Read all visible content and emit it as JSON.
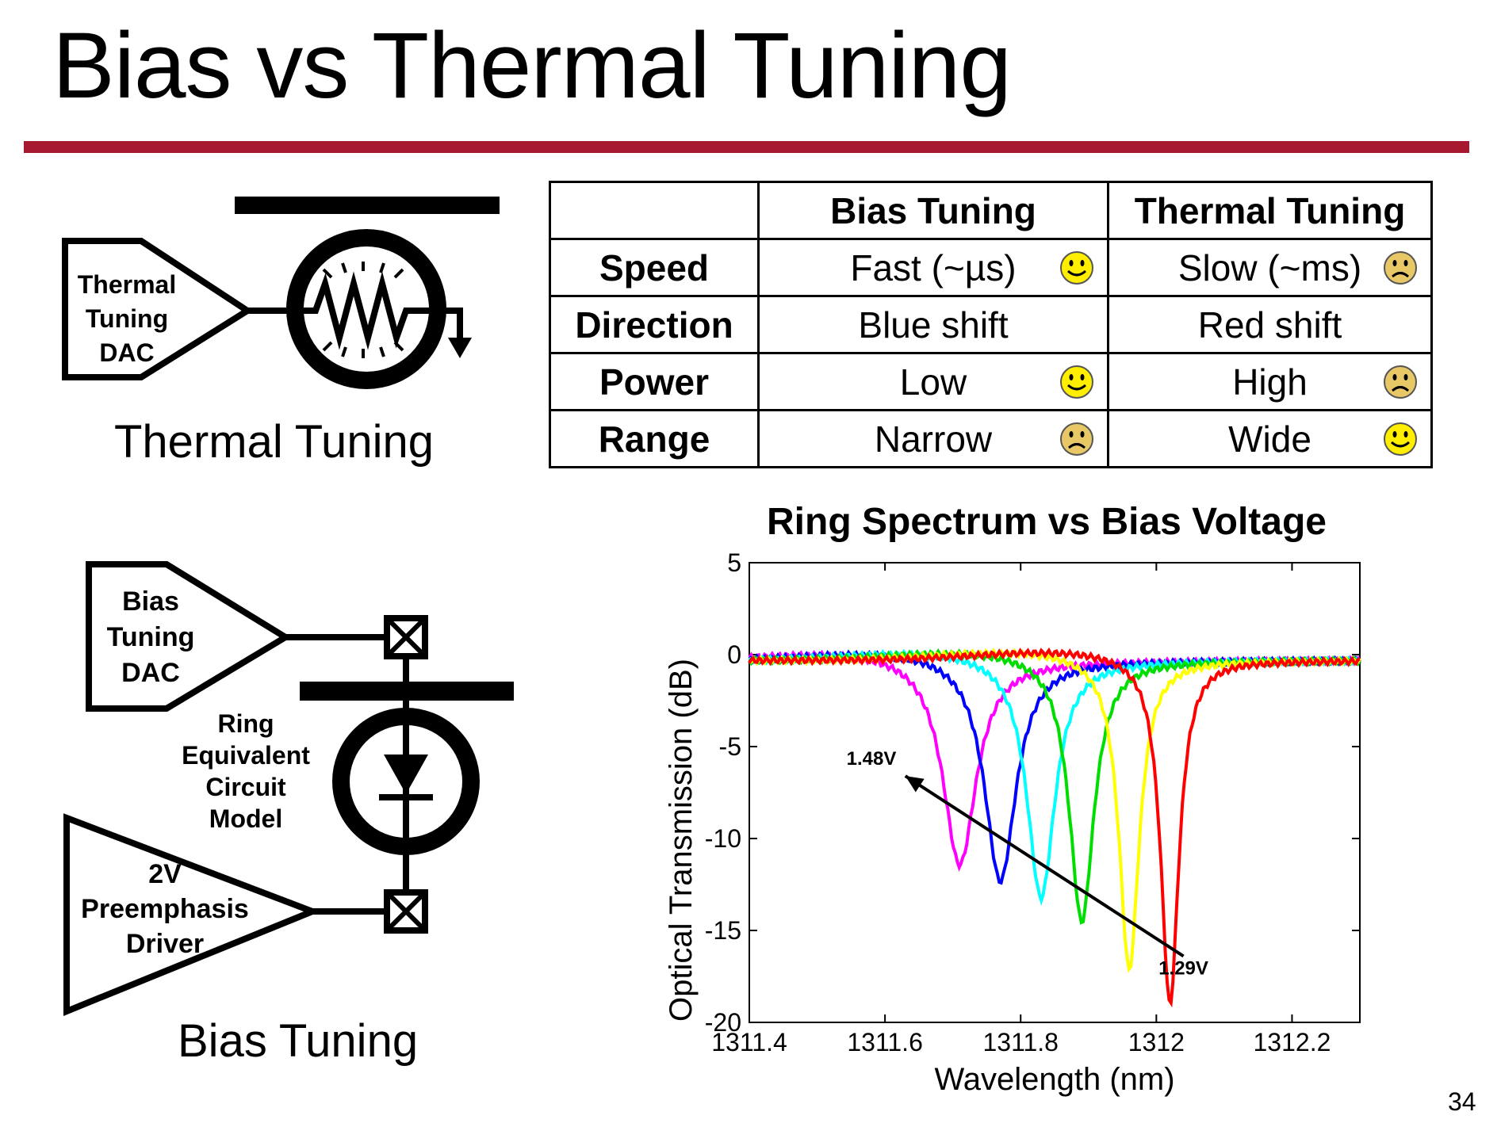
{
  "slide": {
    "title": "Bias vs Thermal Tuning",
    "page_number": "34",
    "accent_color": "#a6192e"
  },
  "thermal_diagram": {
    "dac_label_lines": [
      "Thermal",
      "Tuning",
      "DAC"
    ],
    "caption": "Thermal Tuning"
  },
  "bias_diagram": {
    "dac_label_lines": [
      "Bias",
      "Tuning",
      "DAC"
    ],
    "ring_label_lines": [
      "Ring",
      "Equivalent",
      "Circuit",
      "Model"
    ],
    "driver_label_lines": [
      "2V",
      "Preemphasis",
      "Driver"
    ],
    "caption": "Bias Tuning"
  },
  "table": {
    "headers": [
      "",
      "Bias Tuning",
      "Thermal Tuning"
    ],
    "rows": [
      {
        "label": "Speed",
        "bias": "Fast (~µs)",
        "bias_face": "happy-face-icon",
        "thermal": "Slow (~ms)",
        "thermal_face": "sad-face-icon"
      },
      {
        "label": "Direction",
        "bias": "Blue shift",
        "bias_face": "",
        "thermal": "Red shift",
        "thermal_face": ""
      },
      {
        "label": "Power",
        "bias": "Low",
        "bias_face": "happy-face-icon",
        "thermal": "High",
        "thermal_face": "sad-face-icon"
      },
      {
        "label": "Range",
        "bias": "Narrow",
        "bias_face": "sad-face-icon",
        "thermal": "Wide",
        "thermal_face": "happy-face-icon"
      }
    ]
  },
  "chart_data": {
    "type": "line",
    "title": "Ring Spectrum vs Bias Voltage",
    "xlabel": "Wavelength (nm)",
    "ylabel": "Optical Transmission (dB)",
    "xlim": [
      1311.4,
      1312.3
    ],
    "ylim": [
      -20,
      5
    ],
    "xticks": [
      1311.4,
      1311.6,
      1311.8,
      1312,
      1312.2
    ],
    "xtick_labels": [
      "1311.4",
      "1311.6",
      "1311.8",
      "1312",
      "1312.2"
    ],
    "yticks": [
      5,
      0,
      -5,
      -10,
      -15,
      -20
    ],
    "ytick_labels": [
      "5",
      "0",
      "-5",
      "-10",
      "-15",
      "-20"
    ],
    "grid": false,
    "series": [
      {
        "color": "#ff00ff",
        "center": 1311.71,
        "depth": -11.4,
        "width": 0.03
      },
      {
        "color": "#0000ff",
        "center": 1311.77,
        "depth": -12.3,
        "width": 0.028
      },
      {
        "color": "#00ffff",
        "center": 1311.83,
        "depth": -13.2,
        "width": 0.025
      },
      {
        "color": "#00dd00",
        "center": 1311.89,
        "depth": -14.5,
        "width": 0.022
      },
      {
        "color": "#ffff00",
        "center": 1311.96,
        "depth": -17.1,
        "width": 0.018
      },
      {
        "color": "#ff0000",
        "center": 1312.02,
        "depth": -19.0,
        "width": 0.016
      }
    ],
    "annotations": [
      {
        "text": "1.48V",
        "x": 1311.58,
        "y": -6.0
      },
      {
        "text": "1.29V",
        "x": 1312.04,
        "y": -17.4
      }
    ],
    "arrow": {
      "from": [
        1312.04,
        -16.4
      ],
      "to": [
        1311.63,
        -6.6
      ]
    }
  }
}
